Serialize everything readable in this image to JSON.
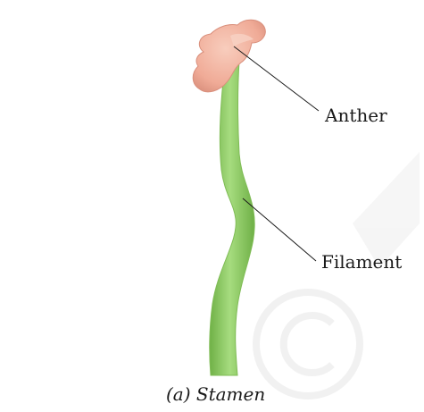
{
  "labels": {
    "anther": "Anther",
    "filament": "Filament"
  },
  "caption": "(a) Stamen",
  "colors": {
    "filament_green": "#8fcf63",
    "filament_dark": "#6fb046",
    "anther_pink": "#f2b3a0",
    "anther_dark": "#d98f7c",
    "leader_line": "#1a1a1a",
    "watermark": "#e6e6e6"
  }
}
